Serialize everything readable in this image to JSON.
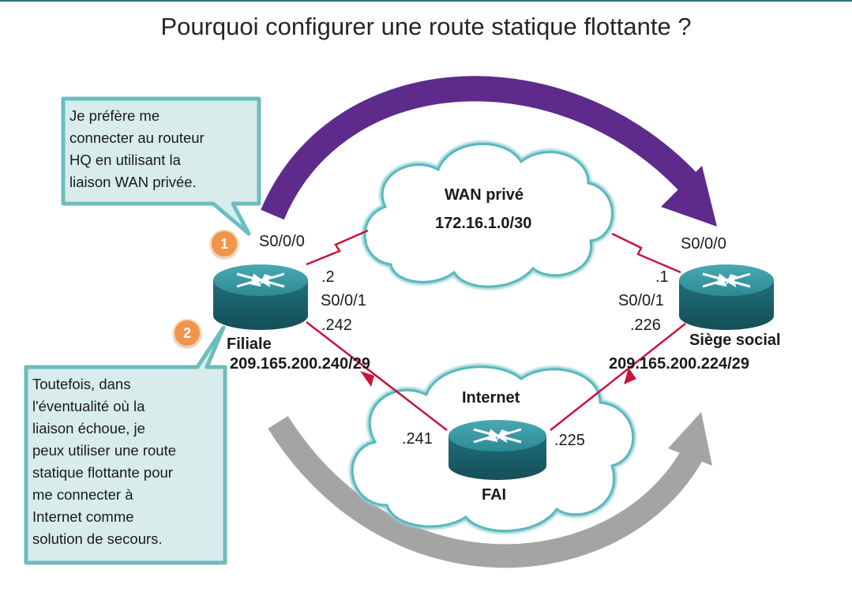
{
  "title": "Pourquoi configurer une route statique flottante ?",
  "callouts": [
    {
      "badge": "1",
      "lines": [
        "Je préfère me",
        "connecter au routeur",
        "HQ en utilisant la",
        "liaison WAN privée."
      ]
    },
    {
      "badge": "2",
      "lines": [
        "Toutefois, dans",
        "l'éventualité où la",
        "liaison échoue, je",
        "peux utiliser une route",
        "statique flottante pour",
        "me connecter à",
        "Internet comme",
        "solution de secours."
      ]
    }
  ],
  "wan": {
    "name": "WAN privé",
    "network": "172.16.1.0/30"
  },
  "internet": {
    "name": "Internet",
    "router_name": "FAI"
  },
  "routers": {
    "branch": {
      "name": "Filiale",
      "s000_iface": "S0/0/0",
      "s000_addr": ".2",
      "s001_iface": "S0/0/1",
      "s001_addr": ".242",
      "network": "209.165.200.240/29"
    },
    "hq": {
      "name": "Siège social",
      "s000_iface": "S0/0/0",
      "s000_addr": ".1",
      "s001_iface": "S0/0/1",
      "s001_addr": ".226",
      "network": "209.165.200.224/29"
    },
    "isp": {
      "addr_left": ".241",
      "addr_right": ".225"
    }
  },
  "colors": {
    "primary_arrow": "#5e2b8c",
    "backup_arrow": "#a4a4a4",
    "link": "#c8143c",
    "cloud_stroke": "#5ab8bc",
    "callout_fill": "#d9ecec",
    "callout_border": "#6cbdbe",
    "router": "#2c8a95",
    "badge": "#f0954a"
  },
  "icons": [
    "router-icon",
    "cloud-icon",
    "serial-link-icon",
    "curved-arrow-icon"
  ]
}
